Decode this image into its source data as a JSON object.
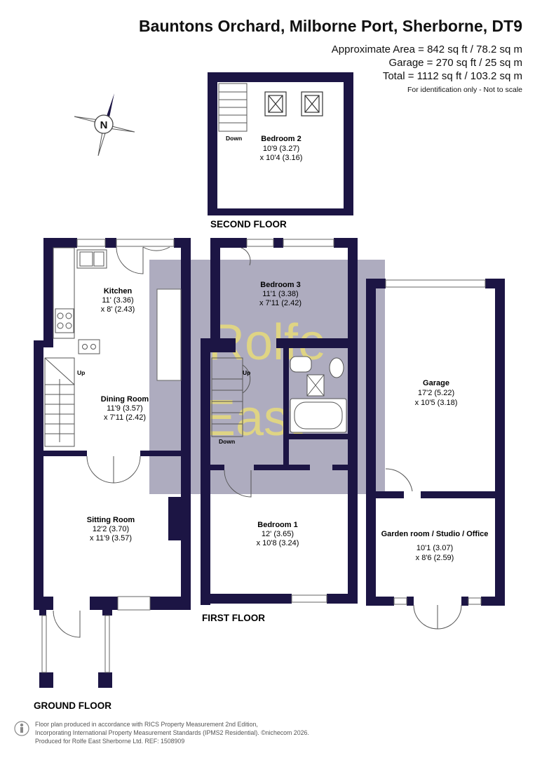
{
  "header": {
    "title": "Bauntons Orchard, Milborne Port, Sherborne, DT9",
    "area_line": "Approximate Area = 842 sq ft / 78.2 sq m",
    "garage_line": "Garage = 270 sq ft / 25 sq m",
    "total_line": "Total = 1112 sq ft / 103.2 sq m",
    "note": "For identification only - Not to scale"
  },
  "compass": {
    "label": "N"
  },
  "watermark": {
    "line1": "Rolfe",
    "line2": "East"
  },
  "floors": {
    "second": "SECOND FLOOR",
    "first": "FIRST FLOOR",
    "ground": "GROUND FLOOR"
  },
  "rooms": {
    "bedroom2": {
      "name": "Bedroom 2",
      "dim1": "10'9 (3.27)",
      "dim2": "x 10'4 (3.16)"
    },
    "kitchen": {
      "name": "Kitchen",
      "dim1": "11' (3.36)",
      "dim2": "x 8' (2.43)"
    },
    "dining": {
      "name": "Dining Room",
      "dim1": "11'9 (3.57)",
      "dim2": "x 7'11 (2.42)"
    },
    "sitting": {
      "name": "Sitting Room",
      "dim1": "12'2 (3.70)",
      "dim2": "x 11'9 (3.57)"
    },
    "bedroom3": {
      "name": "Bedroom 3",
      "dim1": "11'1 (3.38)",
      "dim2": "x 7'11 (2.42)"
    },
    "bedroom1": {
      "name": "Bedroom 1",
      "dim1": "12' (3.65)",
      "dim2": "x 10'8 (3.24)"
    },
    "garage": {
      "name": "Garage",
      "dim1": "17'2 (5.22)",
      "dim2": "x 10'5 (3.18)"
    },
    "garden": {
      "name": "Garden room / Studio / Office",
      "dim1": "10'1 (3.07)",
      "dim2": "x 8'6 (2.59)"
    }
  },
  "stairs": {
    "second_down": "Down",
    "ground_up": "Up",
    "first_up": "Up",
    "first_down": "Down"
  },
  "footer": {
    "line1": "Floor plan produced in accordance with RICS Property Measurement 2nd Edition,",
    "line2": "Incorporating International Property Measurement Standards (IPMS2 Residential).  ©nichecom 2026.",
    "line3": "Produced for Rolfe East Sherborne Ltd.   REF: 1508909"
  },
  "colors": {
    "wall": "#1c1544",
    "watermark_bg": "#aeacbf",
    "watermark_text": "#e8dc7a"
  }
}
